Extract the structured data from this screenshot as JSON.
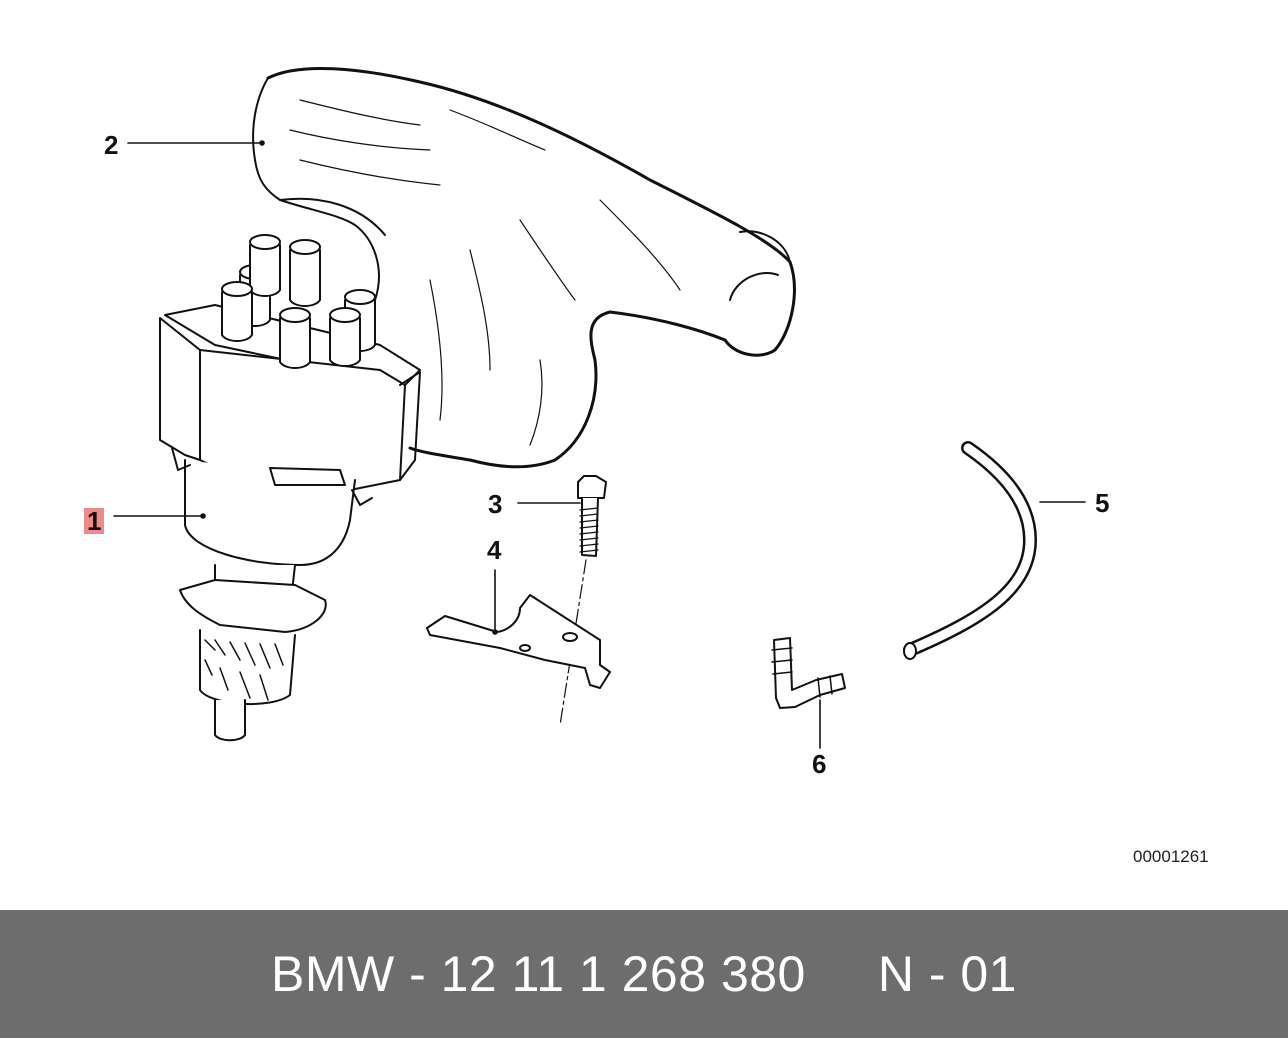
{
  "diagram": {
    "callouts": [
      {
        "id": "1",
        "label": "1"
      },
      {
        "id": "2",
        "label": "2"
      },
      {
        "id": "3",
        "label": "3"
      },
      {
        "id": "4",
        "label": "4"
      },
      {
        "id": "5",
        "label": "5"
      },
      {
        "id": "6",
        "label": "6"
      }
    ],
    "reference_number": "00001261",
    "highlight_color": "#f08a8a"
  },
  "footer": {
    "text": "BMW - 12 11 1 268 380     N - 01",
    "background_color": "#6d6d6d"
  }
}
